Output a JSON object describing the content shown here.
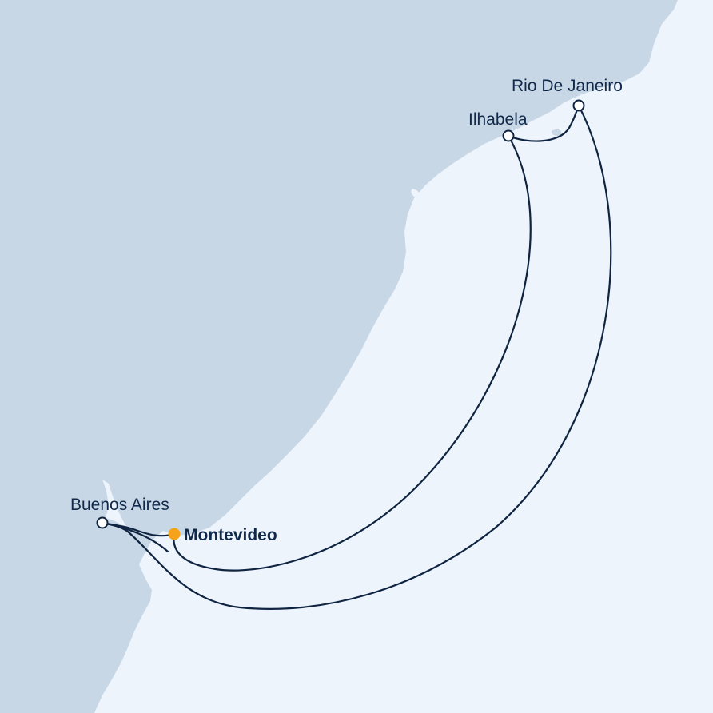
{
  "map": {
    "land_color": "#c8d7e6",
    "sea_color": "#eef4fc",
    "route_color": "#0f2440",
    "port_marker_color": "#ffffff",
    "home_marker_color": "#f5a31a"
  },
  "ports": [
    {
      "id": "rio",
      "name": "Rio De Janeiro",
      "home": false
    },
    {
      "id": "ilhabela",
      "name": "Ilhabela",
      "home": false
    },
    {
      "id": "buenos-aires",
      "name": "Buenos Aires",
      "home": false
    },
    {
      "id": "montevideo",
      "name": "Montevideo",
      "home": true
    }
  ]
}
